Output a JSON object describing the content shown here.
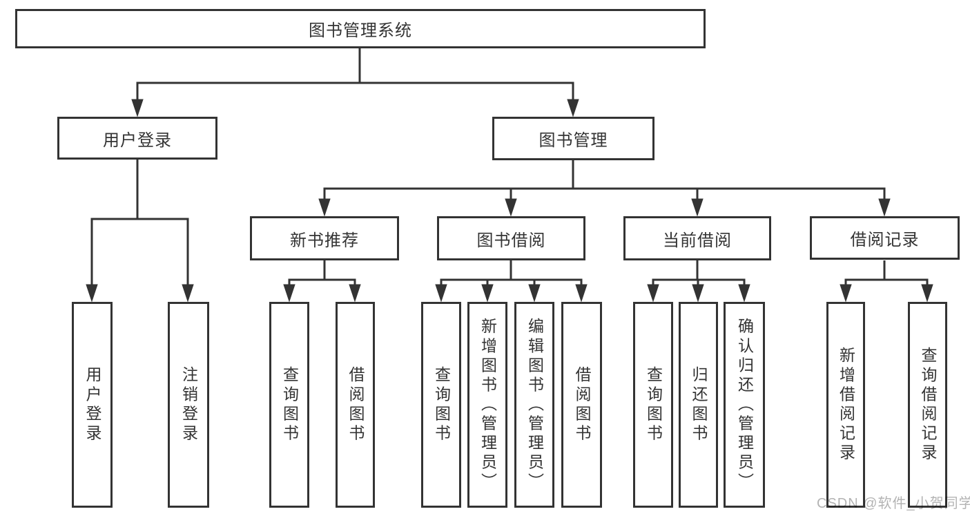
{
  "tree": {
    "root": {
      "label": "图书管理系统",
      "children": [
        {
          "label": "用户登录",
          "children": [
            {
              "label": "用户登录"
            },
            {
              "label": "注销登录"
            }
          ]
        },
        {
          "label": "图书管理",
          "children": [
            {
              "label": "新书推荐",
              "children": [
                {
                  "label": "查询图书"
                },
                {
                  "label": "借阅图书"
                }
              ]
            },
            {
              "label": "图书借阅",
              "children": [
                {
                  "label": "查询图书"
                },
                {
                  "label": "新增图书（管理员）"
                },
                {
                  "label": "编辑图书（管理员）"
                },
                {
                  "label": "借阅图书"
                }
              ]
            },
            {
              "label": "当前借阅",
              "children": [
                {
                  "label": "查询图书"
                },
                {
                  "label": "归还图书"
                },
                {
                  "label": "确认归还（管理员）"
                }
              ]
            },
            {
              "label": "借阅记录",
              "children": [
                {
                  "label": "新增借阅记录"
                },
                {
                  "label": "查询借阅记录"
                }
              ]
            }
          ]
        }
      ]
    }
  },
  "watermark": {
    "text": "CSDN @软件_小贺同学",
    "color": "#b3b3b3"
  },
  "colors": {
    "line": "#333333",
    "text": "#333333",
    "background": "#ffffff"
  }
}
